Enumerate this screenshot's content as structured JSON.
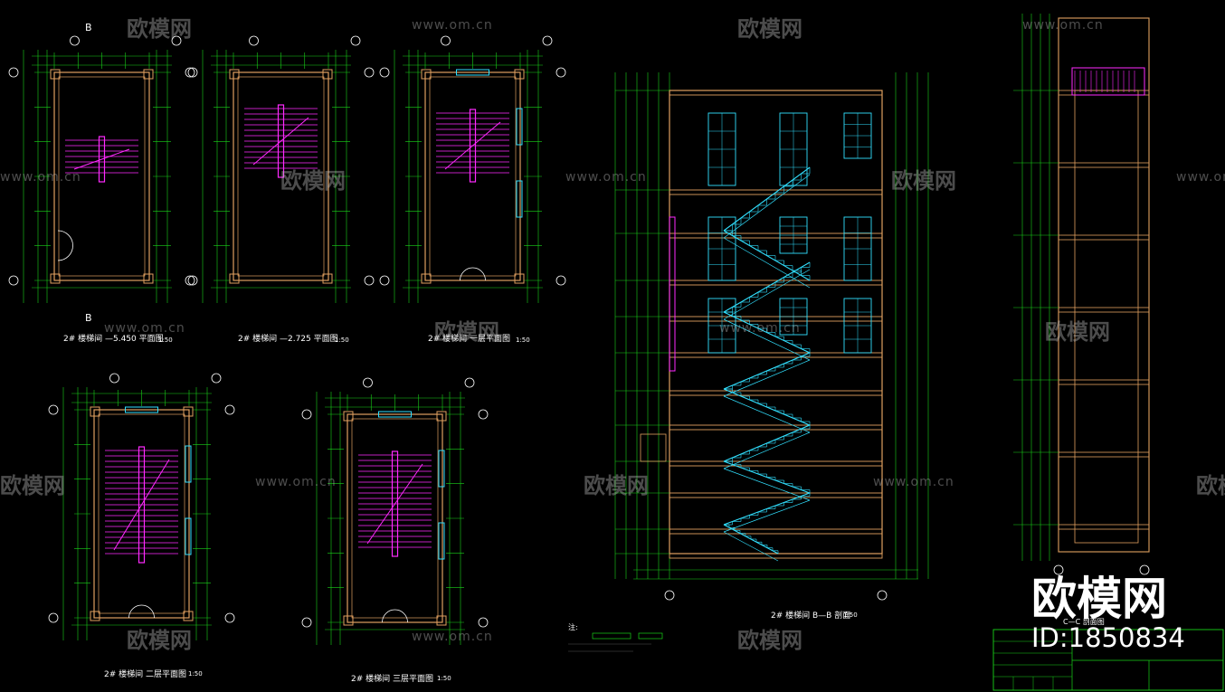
{
  "drawing": {
    "captions": {
      "plan_a": "2# 楼梯间 —5.450 平面图",
      "plan_b": "2# 楼梯间 —2.725 平面图",
      "plan_c": "2# 楼梯间 一层平面图",
      "plan_d": "2# 楼梯间 二层平面图",
      "plan_e": "2# 楼梯间 三层平面图",
      "section_bb": "2# 楼梯间 B—B 剖面",
      "section_cc": "C—C 剖面图"
    },
    "scale": "1:50",
    "section_marker": "B",
    "notes_label": "注:"
  },
  "watermarks": {
    "brand": "欧模网",
    "url": "www.om.cn",
    "large_brand": "欧模网",
    "model_id": "ID:1850834"
  },
  "colors": {
    "background": "#000000",
    "dimension": "#19d219",
    "wall": "#e0a060",
    "stair_plan": "#ff2aff",
    "stair_section": "#31e0ff",
    "axis": "#ffffff",
    "title_block": "#19d219"
  }
}
